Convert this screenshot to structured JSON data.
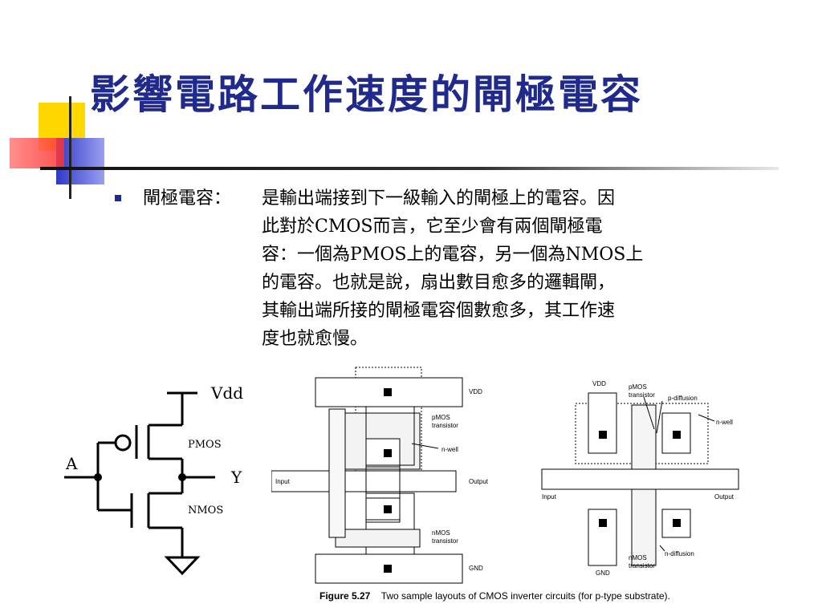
{
  "title": "影響電路工作速度的閘極電容",
  "bullet": {
    "label": "閘極電容：",
    "lines": [
      "是輸出端接到下一級輸入的閘極上的電容。因",
      "此對於CMOS而言，它至少會有兩個閘極電",
      "容：一個為PMOS上的電容，另一個為NMOS上",
      "的電容。也就是說，扇出數目愈多的邏輯閘，",
      "其輸出端所接的閘極電容個數愈多，其工作速",
      "度也就愈慢。"
    ]
  },
  "schematic": {
    "vdd": "Vdd",
    "pmos": "PMOS",
    "nmos": "NMOS",
    "input": "A",
    "output": "Y"
  },
  "figure": {
    "layout1": {
      "vdd": "VDD",
      "gnd": "GND",
      "input": "Input",
      "output": "Output",
      "pmos1": "pMOS",
      "pmos2": "transistor",
      "nwell": "n-well",
      "nmos1": "nMOS",
      "nmos2": "transistor"
    },
    "layout2": {
      "vdd": "VDD",
      "gnd": "GND",
      "input": "Input",
      "output": "Output",
      "pmos1": "pMOS",
      "pmos2": "transistor",
      "pdiff": "p-diffusion",
      "nwell": "n-well",
      "ndiff": "n-diffusion",
      "nmos1": "nMOS",
      "nmos2": "transistor"
    },
    "caption_bold": "Figure 5.27",
    "caption_text": "Two sample layouts of CMOS inverter circuits (for p-type substrate)."
  }
}
